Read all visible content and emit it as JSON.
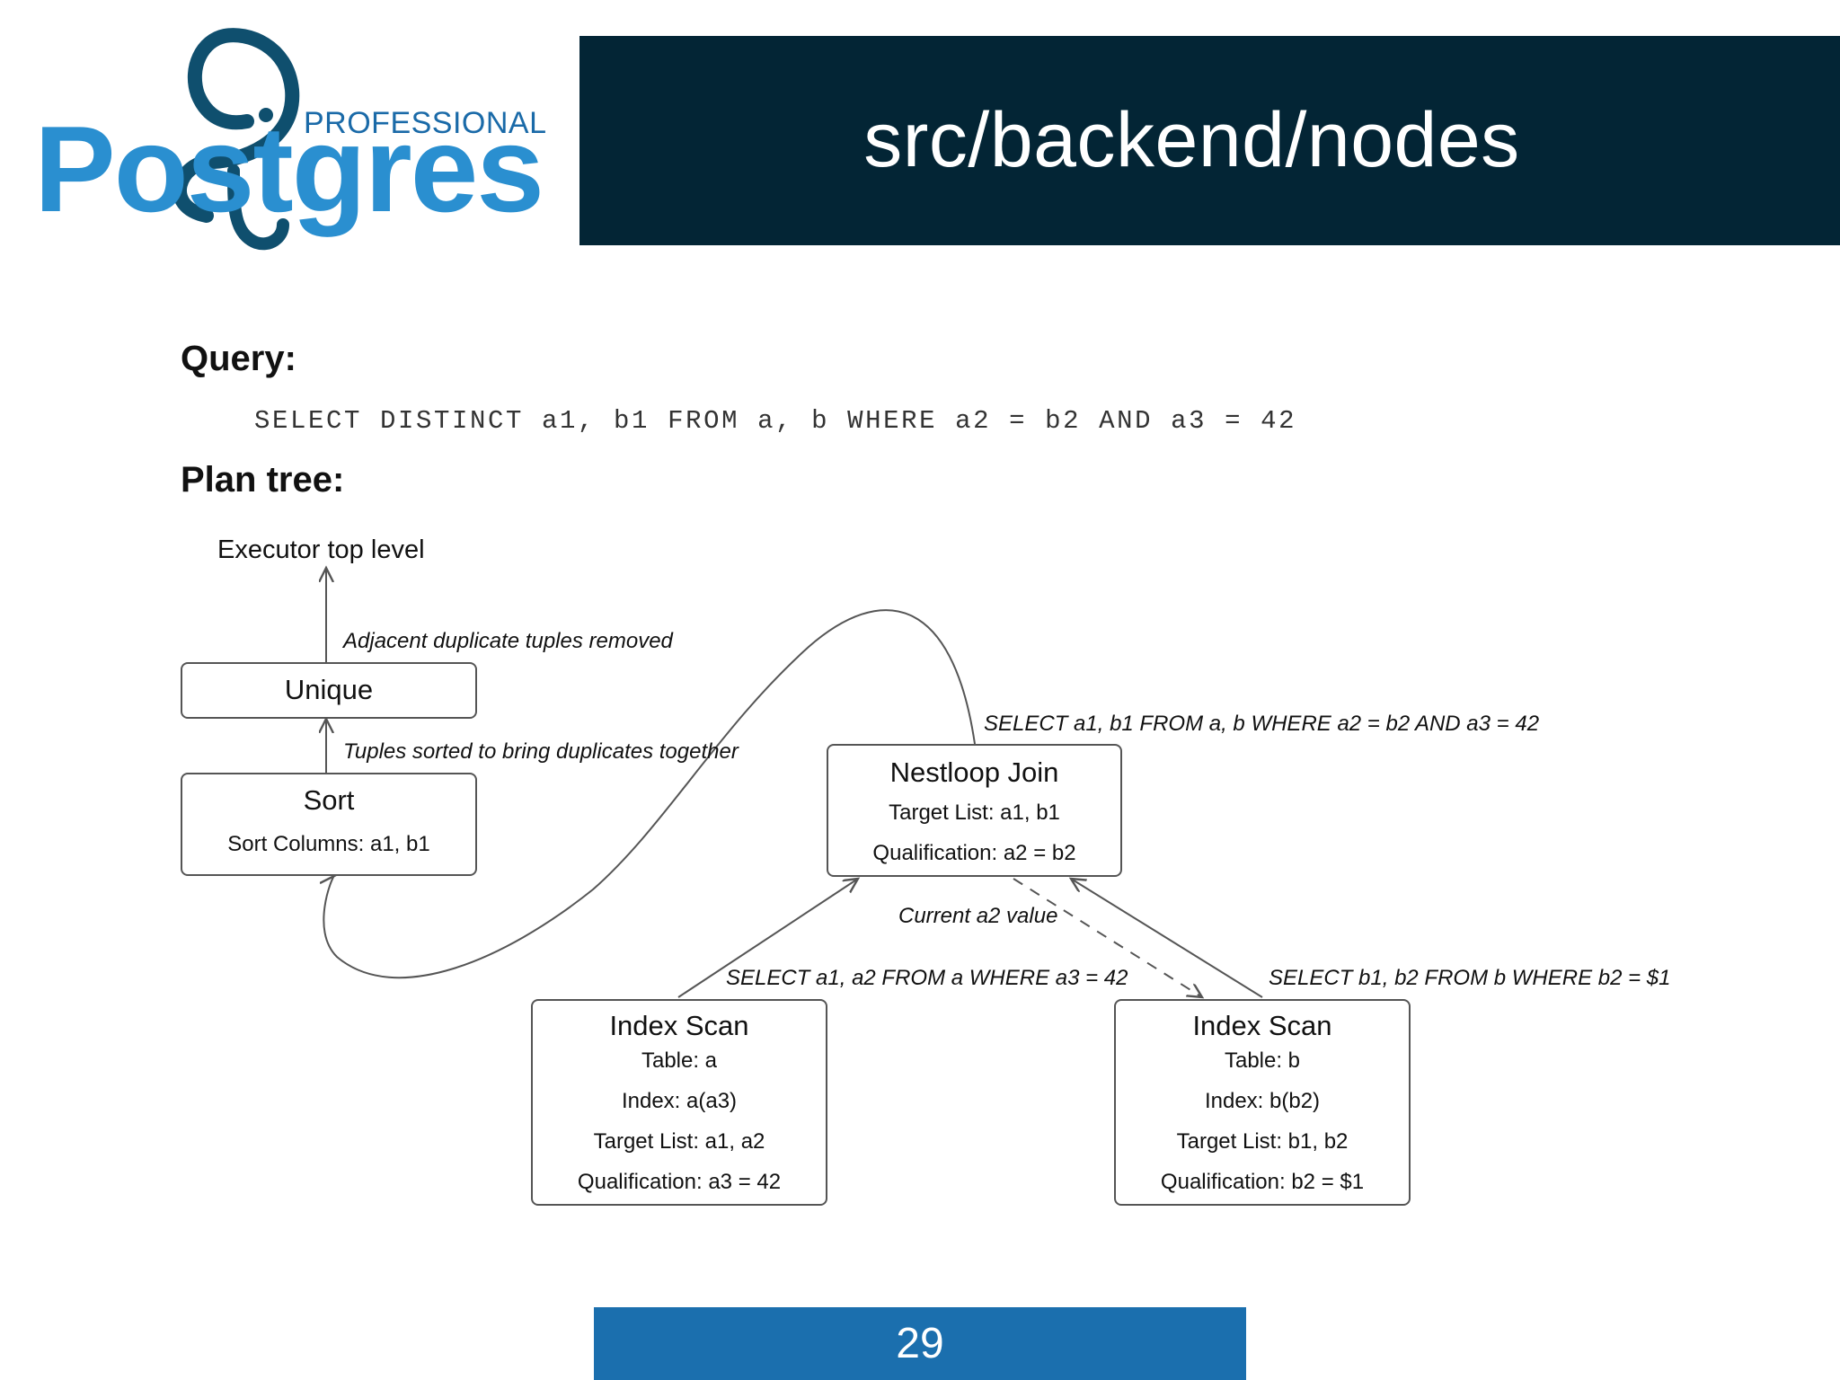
{
  "logo": {
    "word": "Postgres",
    "tagline": "PROFESSIONAL"
  },
  "title": "src/backend/nodes",
  "query_heading": "Query:",
  "query_sql": "SELECT DISTINCT a1, b1 FROM a, b WHERE a2 = b2 AND a3 = 42",
  "plan_heading": "Plan tree:",
  "top_label": "Executor top level",
  "nodes": {
    "unique": {
      "title": "Unique"
    },
    "sort": {
      "title": "Sort",
      "lines": [
        "Sort Columns:  a1, b1"
      ]
    },
    "nestloop": {
      "title": "Nestloop Join",
      "lines": [
        "Target List:  a1, b1",
        "Qualification:  a2 = b2"
      ]
    },
    "scan_a": {
      "title": "Index Scan",
      "lines": [
        "Table:  a",
        "Index:  a(a3)",
        "Target List:  a1, a2",
        "Qualification:  a3 = 42"
      ]
    },
    "scan_b": {
      "title": "Index Scan",
      "lines": [
        "Table:  b",
        "Index:  b(b2)",
        "Target List:  b1, b2",
        "Qualification:  b2 = $1"
      ]
    }
  },
  "edge_labels": {
    "adjacent": "Adjacent duplicate tuples removed",
    "sorted": "Tuples sorted to bring duplicates together",
    "nestloop_sql": "SELECT a1, b1 FROM a, b WHERE a2 = b2 AND a3 = 42",
    "current_value": "Current a2 value",
    "scan_a_sql": "SELECT a1, a2 FROM a WHERE a3 = 42",
    "scan_b_sql": "SELECT b1, b2 FROM b WHERE b2 = $1"
  },
  "page_number": "29",
  "colors": {
    "title_bg": "#032535",
    "footer_bg": "#1b6fae",
    "logo_blue": "#2a8fd0",
    "logo_dark": "#0f4f6e"
  }
}
